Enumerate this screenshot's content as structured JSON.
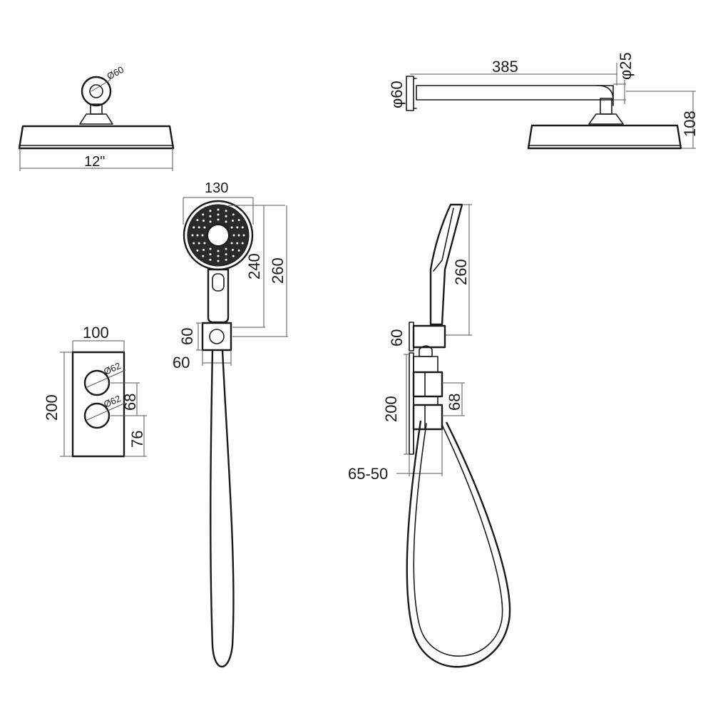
{
  "rain_head_front": {
    "ring_diameter": "Ø60",
    "width": "12\""
  },
  "rain_head_side": {
    "arm_length": "385",
    "pipe_diameter": "φ25",
    "flange_diameter": "φ60",
    "drop_height": "108"
  },
  "hand_shower_front": {
    "head_width": "130",
    "length_to_holder": "240",
    "total_length": "260",
    "holder_height": "60",
    "holder_width": "60"
  },
  "hand_shower_side": {
    "length": "260",
    "holder_height": "60"
  },
  "valve_front": {
    "width": "100",
    "height": "200",
    "knob_top_diameter": "Ø62",
    "knob_bottom_diameter": "Ø62",
    "knob_spacing": "68",
    "bottom_offset": "76"
  },
  "valve_side": {
    "height": "200",
    "knob_spacing": "68",
    "depth": "65-50"
  }
}
